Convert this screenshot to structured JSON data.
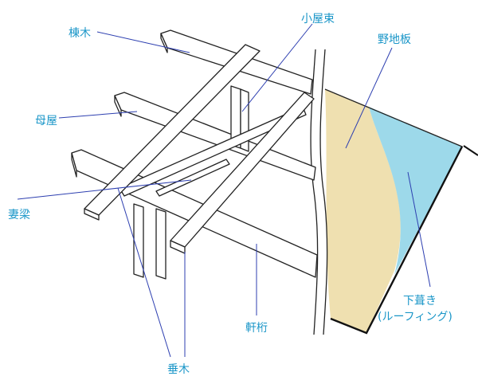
{
  "labels": {
    "munagi": "棟木",
    "koyazuka": "小屋束",
    "nojiita": "野地板",
    "moya": "母屋",
    "tsumabari": "妻梁",
    "noki_keta": "軒桁",
    "taruki": "垂木",
    "shitabuki_line1": "下葺き",
    "shitabuki_line2": "(ルーフィング)"
  },
  "colors": {
    "text": "#1a96c8",
    "leader": "#2d3fb0",
    "nojiita_fill": "#efe0b0",
    "roofing_fill": "#9dd9ea",
    "outline": "#222222"
  }
}
